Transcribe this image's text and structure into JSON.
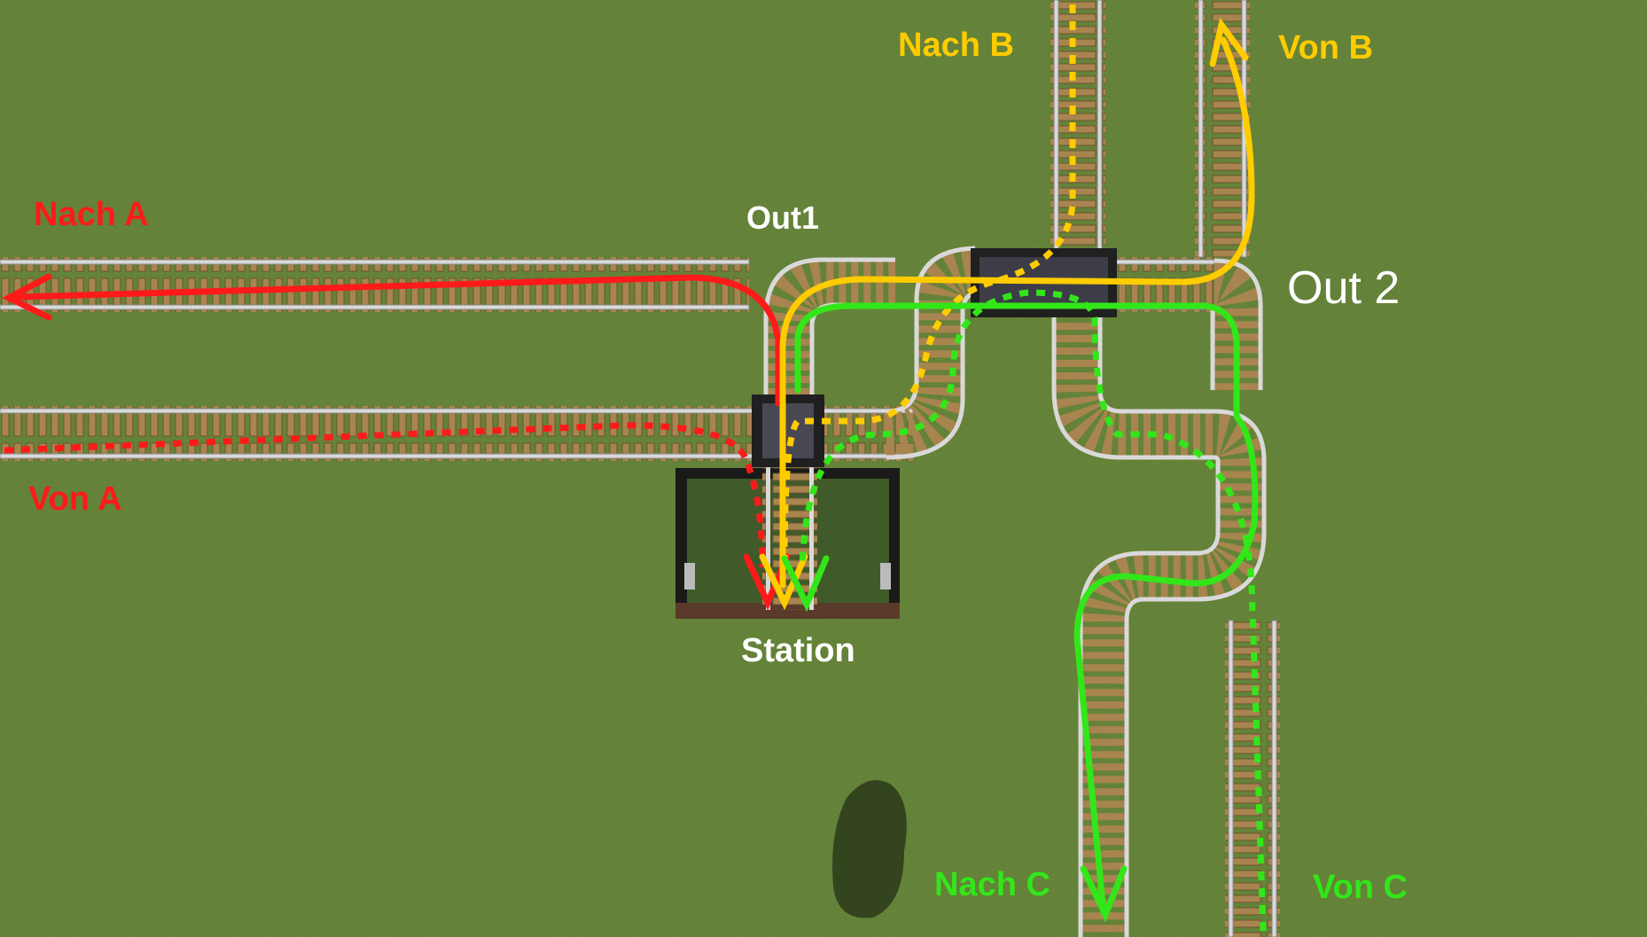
{
  "labels": {
    "nach_a": "Nach A",
    "von_a": "Von A",
    "nach_b": "Nach B",
    "von_b": "Von B",
    "nach_c": "Nach C",
    "von_c": "Von C",
    "out1": "Out1",
    "out2": "Out 2",
    "station": "Station"
  },
  "colors": {
    "grass": "#5b7a2e",
    "grass_dark": "#4f6d27",
    "rail": "#d9d9d9",
    "tie": "#a8844f",
    "route_a": "#ff1a1a",
    "route_b": "#ffcc00",
    "route_c": "#33e61a",
    "label_white": "#ffffff"
  },
  "icons": {
    "switch": "rail-switch-icon",
    "station": "station-platform-icon",
    "shadow": "shadow-blob-icon"
  }
}
